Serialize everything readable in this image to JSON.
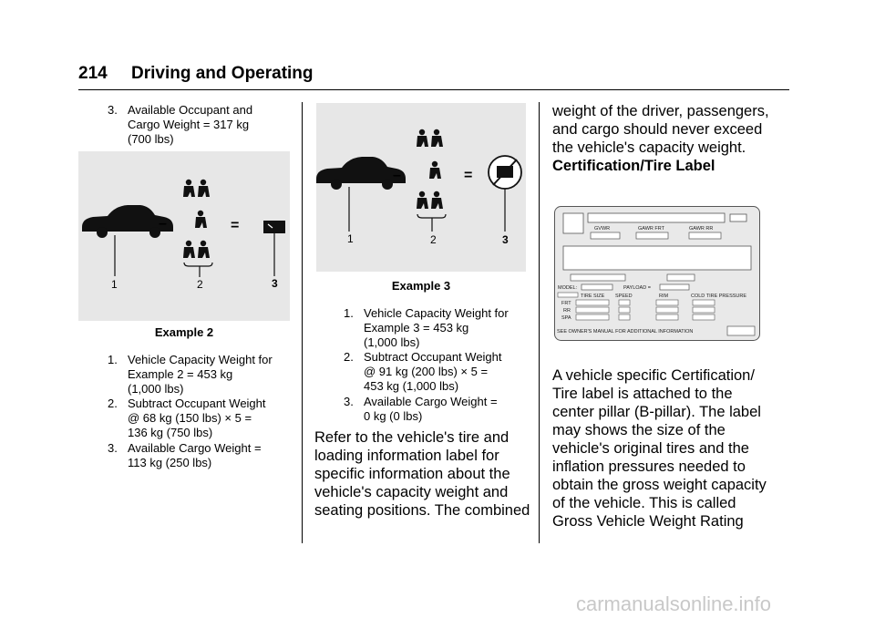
{
  "header": {
    "page_number": "214",
    "section_title": "Driving and Operating"
  },
  "col1": {
    "item3_top": {
      "number": "3.",
      "lines": [
        "Available Occupant and",
        "Cargo Weight = 317 kg",
        "(700 lbs)"
      ]
    },
    "figure": {
      "label_1": "1",
      "label_2": "2",
      "label_3": "3",
      "minus": "–",
      "equals": "="
    },
    "caption": "Example 2",
    "items": [
      {
        "number": "1.",
        "lines": [
          "Vehicle Capacity Weight for",
          "Example 2 = 453 kg",
          "(1,000 lbs)"
        ]
      },
      {
        "number": "2.",
        "lines": [
          "Subtract Occupant Weight",
          "@ 68 kg (150 lbs) × 5 =",
          "136 kg (750 lbs)"
        ]
      },
      {
        "number": "3.",
        "lines": [
          "Available Cargo Weight =",
          "113 kg (250 lbs)"
        ]
      }
    ]
  },
  "col2": {
    "figure": {
      "label_1": "1",
      "label_2": "2",
      "label_3": "3",
      "minus": "–",
      "equals": "="
    },
    "caption": "Example 3",
    "items": [
      {
        "number": "1.",
        "lines": [
          "Vehicle Capacity Weight for",
          "Example 3 = 453 kg",
          "(1,000 lbs)"
        ]
      },
      {
        "number": "2.",
        "lines": [
          "Subtract Occupant Weight",
          "@ 91 kg (200 lbs) × 5 =",
          "453 kg (1,000 lbs)"
        ]
      },
      {
        "number": "3.",
        "lines": [
          "Available Cargo Weight =",
          "0 kg (0 lbs)"
        ]
      }
    ],
    "paragraph": [
      "Refer to the vehicle's tire and",
      "loading information label for",
      "specific information about the",
      "vehicle's capacity weight and",
      "seating positions. The combined"
    ]
  },
  "col3": {
    "paragraph_top": [
      "weight of the driver, passengers,",
      "and cargo should never exceed",
      "the vehicle's capacity weight."
    ],
    "subheading": "Certification/Tire Label",
    "label": {
      "gvwr": "GVWR",
      "gawr_frt": "GAWR FRT",
      "gawr_rr": "GAWR RR",
      "model": "MODEL:",
      "payload": "PAYLOAD =",
      "tire_size": "TIRE SIZE",
      "speed": "SPEED",
      "rim": "RIM",
      "cold_tire_pressure": "COLD TIRE PRESSURE",
      "frt": "FRT",
      "rr": "RR",
      "spa": "SPA",
      "manual": "SEE OWNER'S MANUAL FOR ADDITIONAL INFORMATION"
    },
    "paragraph": [
      "A vehicle specific Certification/",
      "Tire label is attached to the",
      "center pillar (B-pillar). The label",
      "may shows the size of the",
      "vehicle's original tires and the",
      "inflation pressures needed to",
      "obtain the gross weight capacity",
      "of the vehicle. This is called",
      "Gross Vehicle Weight Rating"
    ]
  },
  "watermark": "carmanualsonline.info"
}
